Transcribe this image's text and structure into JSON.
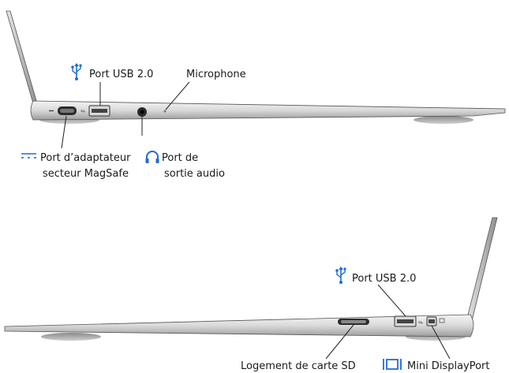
{
  "colors": {
    "icon_blue": "#1f6bd6",
    "text": "#1a1a1a"
  },
  "top_view": {
    "labels": {
      "usb": "Port USB 2.0",
      "microphone": "Microphone",
      "magsafe_line1": "Port d’adaptateur",
      "magsafe_line2": "secteur MagSafe",
      "audio_line1": "Port de",
      "audio_line2": "sortie audio"
    },
    "icons": [
      "usb-icon",
      "magsafe-icon",
      "headphones-icon"
    ]
  },
  "bottom_view": {
    "labels": {
      "usb": "Port USB 2.0",
      "sd_slot": "Logement de carte SD",
      "mini_displayport": "Mini DisplayPort"
    },
    "icons": [
      "usb-icon",
      "displayport-icon"
    ]
  }
}
